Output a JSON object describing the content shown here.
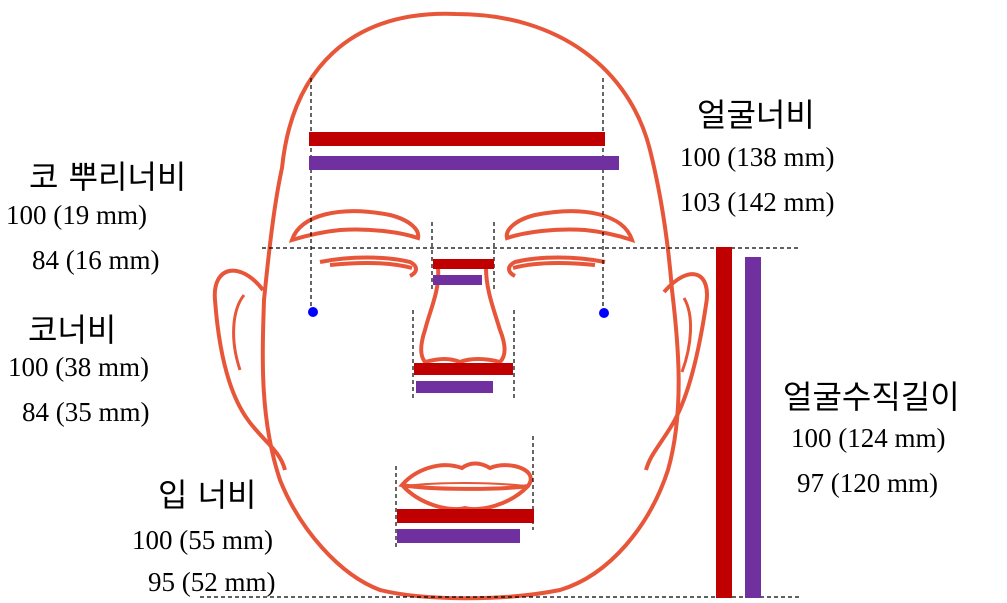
{
  "colors": {
    "outline": "#e8563a",
    "guide": "#000000",
    "bar_primary": "#c00000",
    "bar_secondary": "#7030a0",
    "landmark_dot": "#0000ff"
  },
  "measurements": {
    "face_width": {
      "label": "얼굴너비",
      "primary": "100 (138 mm)",
      "secondary": "103 (142 mm)",
      "primary_mm": 138,
      "secondary_mm": 142,
      "primary_index": 100,
      "secondary_index": 103
    },
    "nasal_root_width": {
      "label": "코 뿌리너비",
      "primary": "100 (19 mm)",
      "secondary": "84 (16 mm)",
      "primary_mm": 19,
      "secondary_mm": 16,
      "primary_index": 100,
      "secondary_index": 84
    },
    "nose_width": {
      "label": "코너비",
      "primary": "100 (38 mm)",
      "secondary": "84 (35 mm)",
      "primary_mm": 38,
      "secondary_mm": 35,
      "primary_index": 100,
      "secondary_index": 84
    },
    "mouth_width": {
      "label": "입 너비",
      "primary": "100 (55 mm)",
      "secondary": "95 (52 mm)",
      "primary_mm": 55,
      "secondary_mm": 52,
      "primary_index": 100,
      "secondary_index": 95
    },
    "face_vertical_length": {
      "label": "얼굴수직길이",
      "primary": "100 (124 mm)",
      "secondary": "97 (120 mm)",
      "primary_mm": 124,
      "secondary_mm": 120,
      "primary_index": 100,
      "secondary_index": 97
    }
  }
}
